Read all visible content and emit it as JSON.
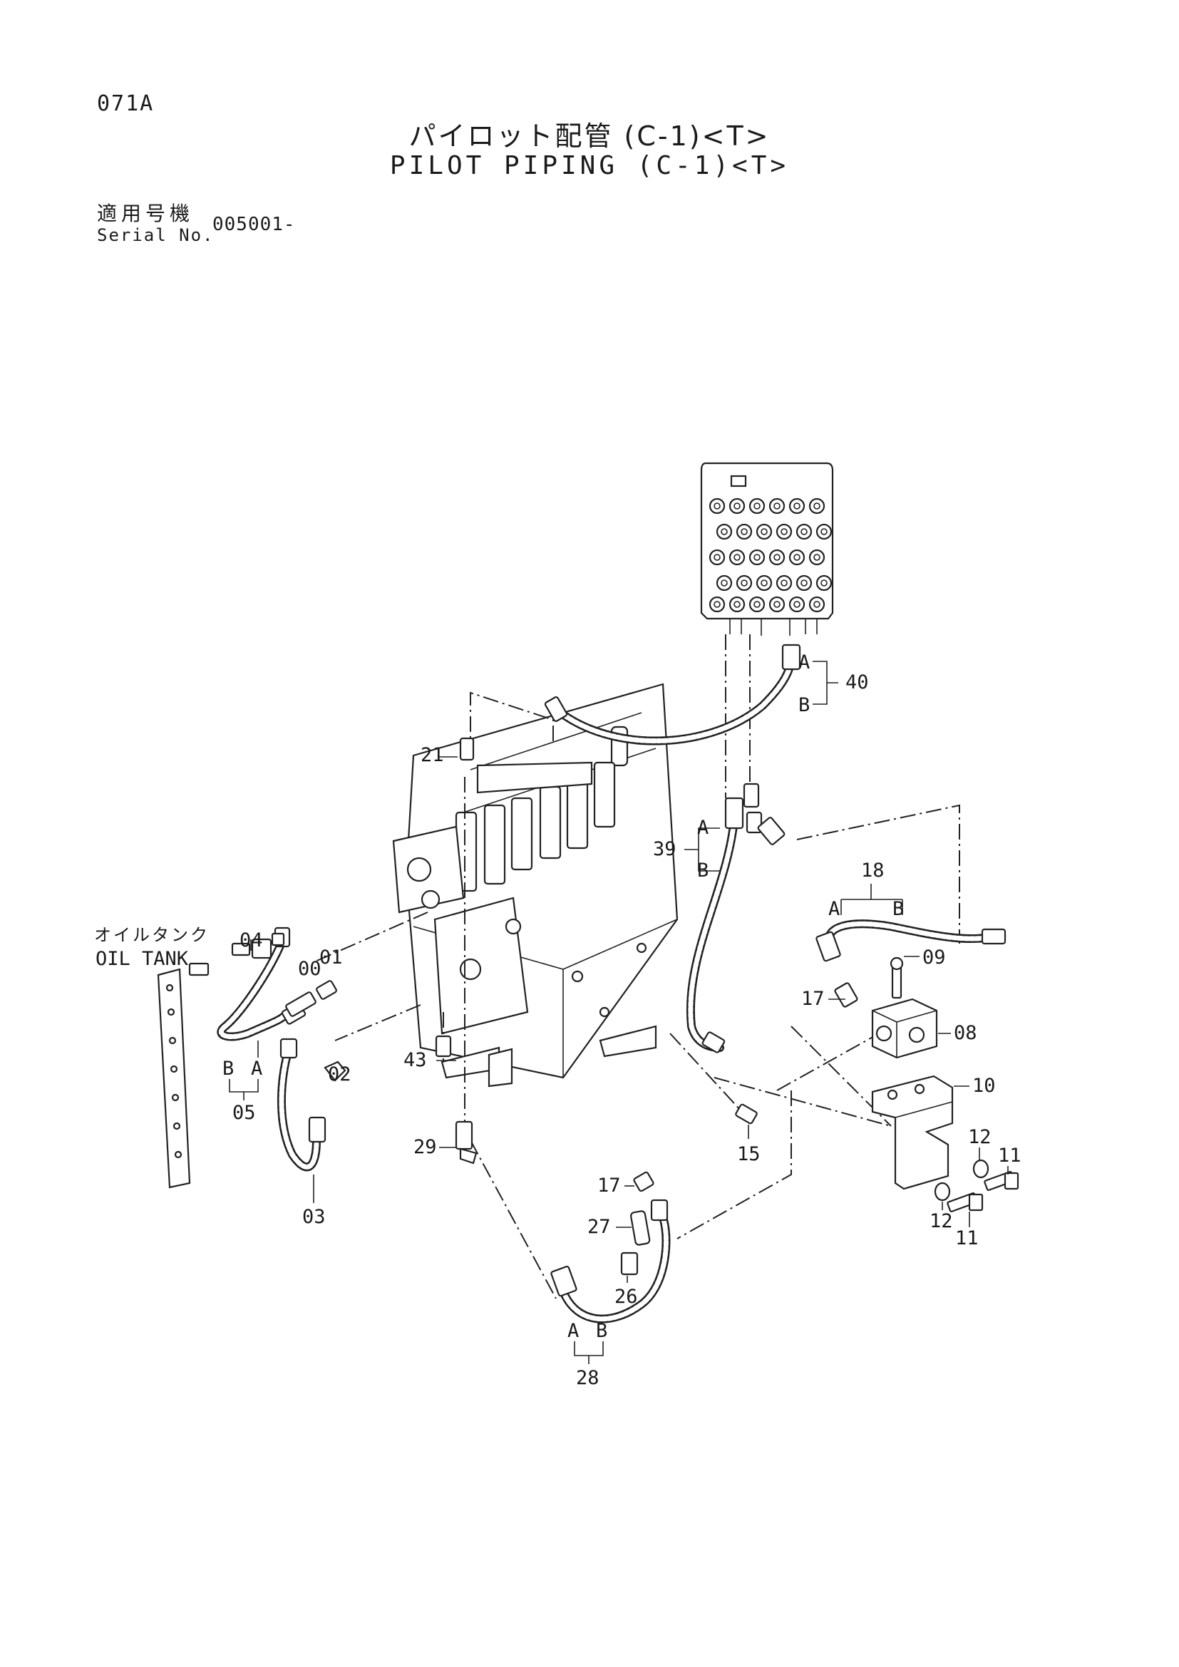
{
  "page_code": "071A",
  "title_ja": "パイロット配管 (C-1)<T>",
  "title_en": "PILOT PIPING (C-1)<T>",
  "serial": {
    "label_ja": "適用号機",
    "label_en": "Serial No.",
    "value": "005001-"
  },
  "oil_tank": {
    "label_ja": "オイルタンク",
    "label_en": "OIL TANK"
  },
  "callouts": {
    "p00": "00",
    "p01": "01",
    "p02": "02",
    "p03": "03",
    "p04": "04",
    "p05": "05",
    "p08": "08",
    "p09": "09",
    "p10": "10",
    "p11a": "11",
    "p11b": "11",
    "p12a": "12",
    "p12b": "12",
    "p15": "15",
    "p17a": "17",
    "p17b": "17",
    "p18": "18",
    "p21": "21",
    "p26": "26",
    "p27": "27",
    "p28": "28",
    "p29": "29",
    "p39": "39",
    "p40": "40",
    "p43": "43"
  },
  "hose_ends": {
    "end_a": "A",
    "end_b": "B"
  },
  "colors": {
    "ink": "#1a1a1a",
    "paper": "#ffffff"
  }
}
